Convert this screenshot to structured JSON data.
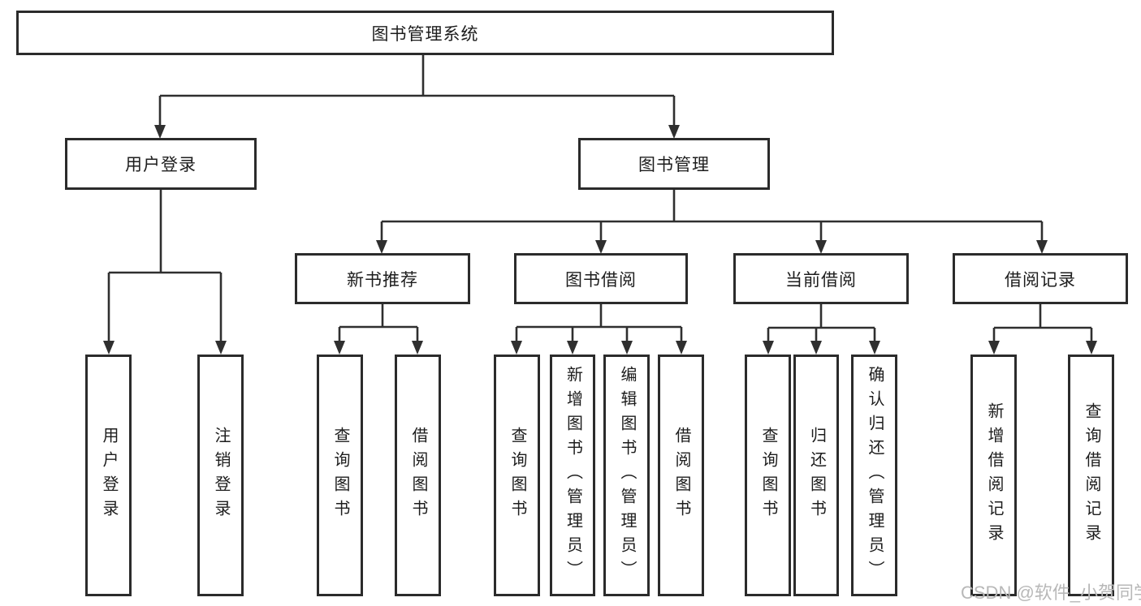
{
  "colors": {
    "bg": "#ffffff",
    "boxbg": "#ffffff",
    "border": "#2b2b2b",
    "line": "#2f2f2f",
    "text": "#1d1d1d",
    "watermark": "#b8b8b8"
  },
  "watermark": {
    "text": "CSDN @软件_小贺同学"
  },
  "tree": {
    "root": {
      "label": "图书管理系统",
      "children": [
        {
          "label": "用户登录",
          "children": [
            {
              "label": "用户登录"
            },
            {
              "label": "注销登录"
            }
          ]
        },
        {
          "label": "图书管理",
          "children": [
            {
              "label": "新书推荐",
              "children": [
                {
                  "label": "查询图书"
                },
                {
                  "label": "借阅图书"
                }
              ]
            },
            {
              "label": "图书借阅",
              "children": [
                {
                  "label": "查询图书"
                },
                {
                  "label": "新增图书（管理员）"
                },
                {
                  "label": "编辑图书（管理员）"
                },
                {
                  "label": "借阅图书"
                }
              ]
            },
            {
              "label": "当前借阅",
              "children": [
                {
                  "label": "查询图书"
                },
                {
                  "label": "归还图书"
                },
                {
                  "label": "确认归还（管理员）"
                }
              ]
            },
            {
              "label": "借阅记录",
              "children": [
                {
                  "label": "新增借阅记录"
                },
                {
                  "label": "查询借阅记录"
                }
              ]
            }
          ]
        }
      ]
    }
  }
}
